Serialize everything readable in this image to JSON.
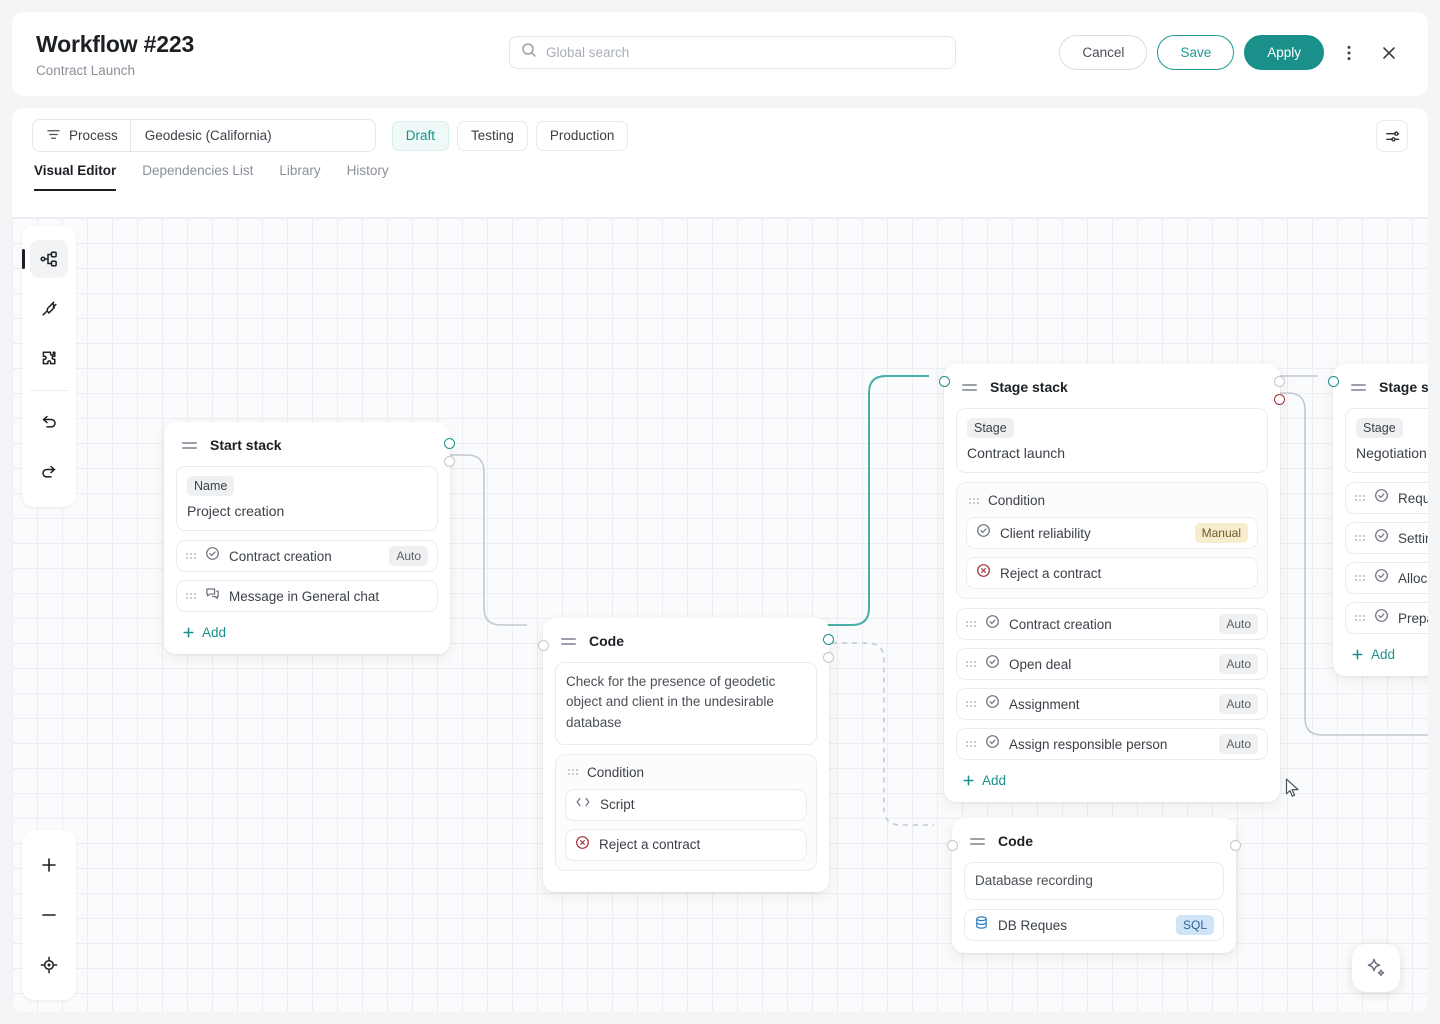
{
  "header": {
    "title": "Workflow #223",
    "subtitle": "Contract Launch",
    "search_placeholder": "Global search",
    "search_value": "",
    "cancel_label": "Cancel",
    "save_label": "Save",
    "apply_label": "Apply",
    "more_icon": "kebab-menu-icon",
    "close_icon": "close-icon",
    "search_icon": "search-icon"
  },
  "toolbar": {
    "process_label": "Process",
    "process_value": "Geodesic (California)",
    "filter_icon": "filter-icon",
    "settings_icon": "sliders-icon",
    "environments": [
      {
        "label": "Draft",
        "active": true
      },
      {
        "label": "Testing",
        "active": false
      },
      {
        "label": "Production",
        "active": false
      }
    ]
  },
  "tabs": [
    {
      "label": "Visual Editor",
      "active": true
    },
    {
      "label": "Dependencies List",
      "active": false
    },
    {
      "label": "Library",
      "active": false
    },
    {
      "label": "History",
      "active": false
    }
  ],
  "rail": {
    "top_items": [
      {
        "name": "flow-hierarchy-icon",
        "active": true
      },
      {
        "name": "plug-icon",
        "active": false
      },
      {
        "name": "puzzle-icon",
        "active": false
      }
    ],
    "history_items": [
      {
        "name": "undo-icon"
      },
      {
        "name": "redo-icon"
      }
    ],
    "zoom_items": [
      {
        "name": "zoom-in-icon",
        "glyph": "+"
      },
      {
        "name": "zoom-out-icon",
        "glyph": "−"
      },
      {
        "name": "recenter-icon",
        "glyph": "target"
      }
    ]
  },
  "canvas": {
    "ai_button_icon": "sparkle-icon",
    "nodes": [
      {
        "id": "start-stack",
        "title": "Start stack",
        "field": {
          "chip": "Name",
          "value": "Project creation"
        },
        "items": [
          {
            "label": "Contract creation",
            "icon": "check-circle-icon",
            "badge": "Auto"
          },
          {
            "label": "Message in General chat",
            "icon": "chat-icon",
            "badge": ""
          }
        ],
        "add_label": "Add"
      },
      {
        "id": "code-check",
        "title": "Code",
        "description": "Check for the presence of geodetic object and client in the undesirable database",
        "group": {
          "title": "Condition",
          "items": [
            {
              "label": "Script",
              "icon": "code-icon"
            },
            {
              "label": "Reject a contract",
              "icon": "reject-circle-icon"
            }
          ]
        }
      },
      {
        "id": "stage-contract-launch",
        "title": "Stage stack",
        "field": {
          "chip": "Stage",
          "value": "Contract launch"
        },
        "group": {
          "title": "Condition",
          "items": [
            {
              "label": "Client reliability",
              "icon": "check-circle-icon",
              "badge": "Manual"
            },
            {
              "label": "Reject a contract",
              "icon": "reject-circle-icon",
              "badge": ""
            }
          ]
        },
        "items": [
          {
            "label": "Contract creation",
            "icon": "check-circle-icon",
            "badge": "Auto"
          },
          {
            "label": "Open deal",
            "icon": "check-circle-icon",
            "badge": "Auto"
          },
          {
            "label": "Assignment",
            "icon": "check-circle-icon",
            "badge": "Auto"
          },
          {
            "label": "Assign responsible person",
            "icon": "check-circle-icon",
            "badge": "Auto"
          }
        ],
        "add_label": "Add"
      },
      {
        "id": "stage-negotiation",
        "title": "Stage stack",
        "field": {
          "chip": "Stage",
          "value": "Negotiation"
        },
        "items": [
          {
            "label": "Request",
            "icon": "check-circle-icon"
          },
          {
            "label": "Setting a",
            "icon": "check-circle-icon"
          },
          {
            "label": "Allocatio",
            "icon": "check-circle-icon"
          },
          {
            "label": "Preparin",
            "icon": "check-circle-icon"
          }
        ],
        "add_label": "Add"
      },
      {
        "id": "code-db",
        "title": "Code",
        "field_value": "Database recording",
        "items": [
          {
            "label": "DB Reques",
            "icon": "database-icon",
            "badge": "SQL"
          }
        ]
      }
    ]
  },
  "colors": {
    "accent": "#19918a",
    "accent_soft": "#effaf8",
    "danger": "#a3313a",
    "manual_badge_bg": "#f7eccd",
    "sql_badge_bg": "#cfe4f7",
    "text": "#1c2024",
    "muted": "#8a9099"
  }
}
